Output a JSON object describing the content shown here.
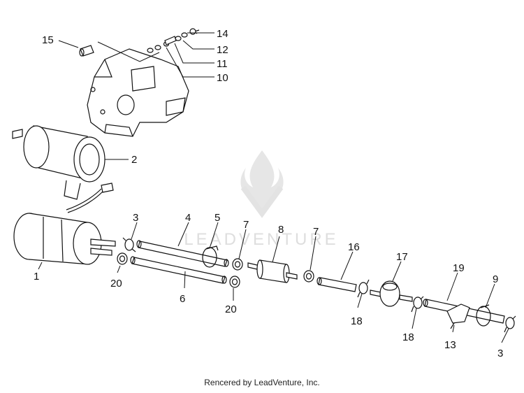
{
  "watermark": {
    "text": "LEADVENTURE",
    "color": "#d9d9d9"
  },
  "footer": {
    "text": "Rencered by LeadVenture, Inc."
  },
  "callouts": {
    "c15": "15",
    "c14": "14",
    "c12": "12",
    "c11": "11",
    "c10": "10",
    "c2": "2",
    "c1": "1",
    "c3a": "3",
    "c20a": "20",
    "c4": "4",
    "c6": "6",
    "c5": "5",
    "c7a": "7",
    "c20b": "20",
    "c8": "8",
    "c7b": "7",
    "c16": "16",
    "c18a": "18",
    "c17": "17",
    "c18b": "18",
    "c19": "19",
    "c9": "9",
    "c13": "13",
    "c3b": "3"
  }
}
